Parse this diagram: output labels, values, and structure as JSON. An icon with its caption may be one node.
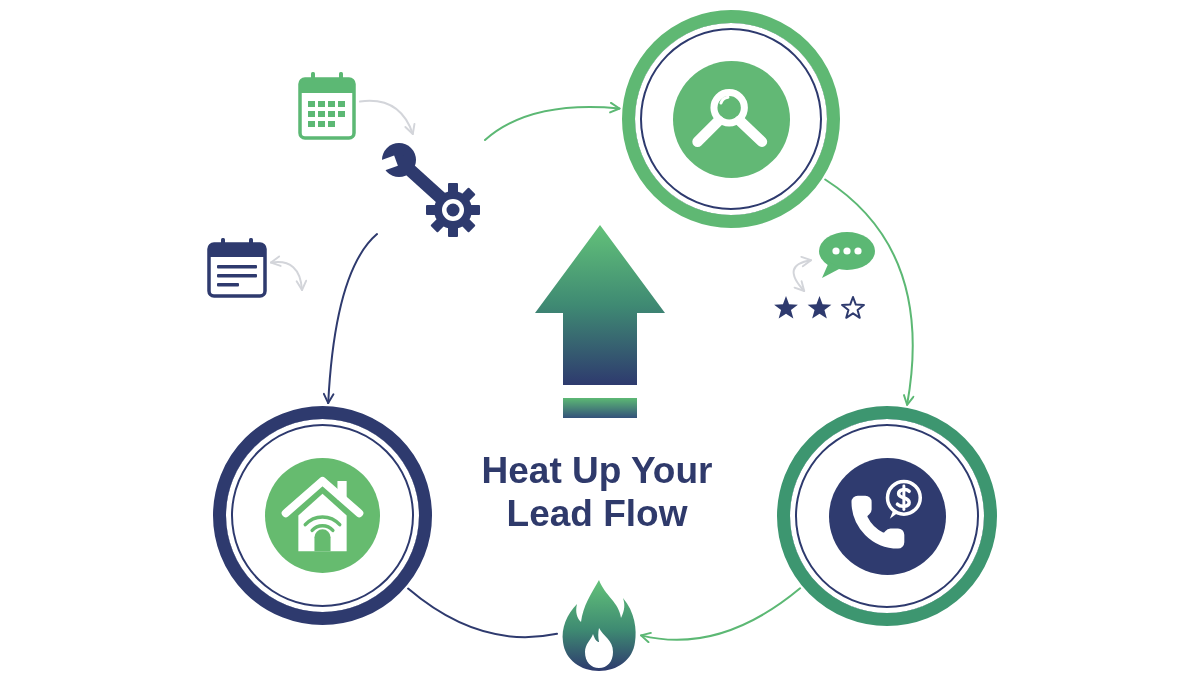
{
  "diagram": {
    "title": "Heat Up Your Lead Flow",
    "nodes": [
      {
        "text": [],
        "shape": "picture"
      },
      {
        "text": [],
        "shape": "picture"
      },
      {
        "text": [],
        "shape": "circle"
      },
      {
        "text": [],
        "shape": "picture"
      },
      {
        "text": [],
        "shape": "picture"
      },
      {
        "text": [],
        "shape": "picture"
      },
      {
        "text": [],
        "shape": "circle"
      },
      {
        "text": [],
        "shape": "circle"
      },
      {
        "text": [],
        "shape": "picture"
      }
    ],
    "edges": [
      {
        "from": 0,
        "to": 1,
        "arrow": "to",
        "color": "#d3d5da"
      },
      {
        "from": 1,
        "to": 2,
        "arrow": "to",
        "color": "#5cb874"
      },
      {
        "from": 2,
        "to": 7,
        "arrow": "to",
        "color": "#5cb874"
      },
      {
        "from": 4,
        "to": 5,
        "arrow": "both",
        "color": "#d3d5da"
      },
      {
        "from": 3,
        "to": null,
        "arrow": "both",
        "color": "#d3d5da"
      },
      {
        "from": 1,
        "to": 6,
        "arrow": "to",
        "color": "#2e3a6e"
      },
      {
        "from": 7,
        "to": 8,
        "arrow": "to",
        "color": "#5cb874"
      },
      {
        "from": 6,
        "to": 8,
        "arrow": "none",
        "color": "#2e3a6e"
      }
    ]
  }
}
